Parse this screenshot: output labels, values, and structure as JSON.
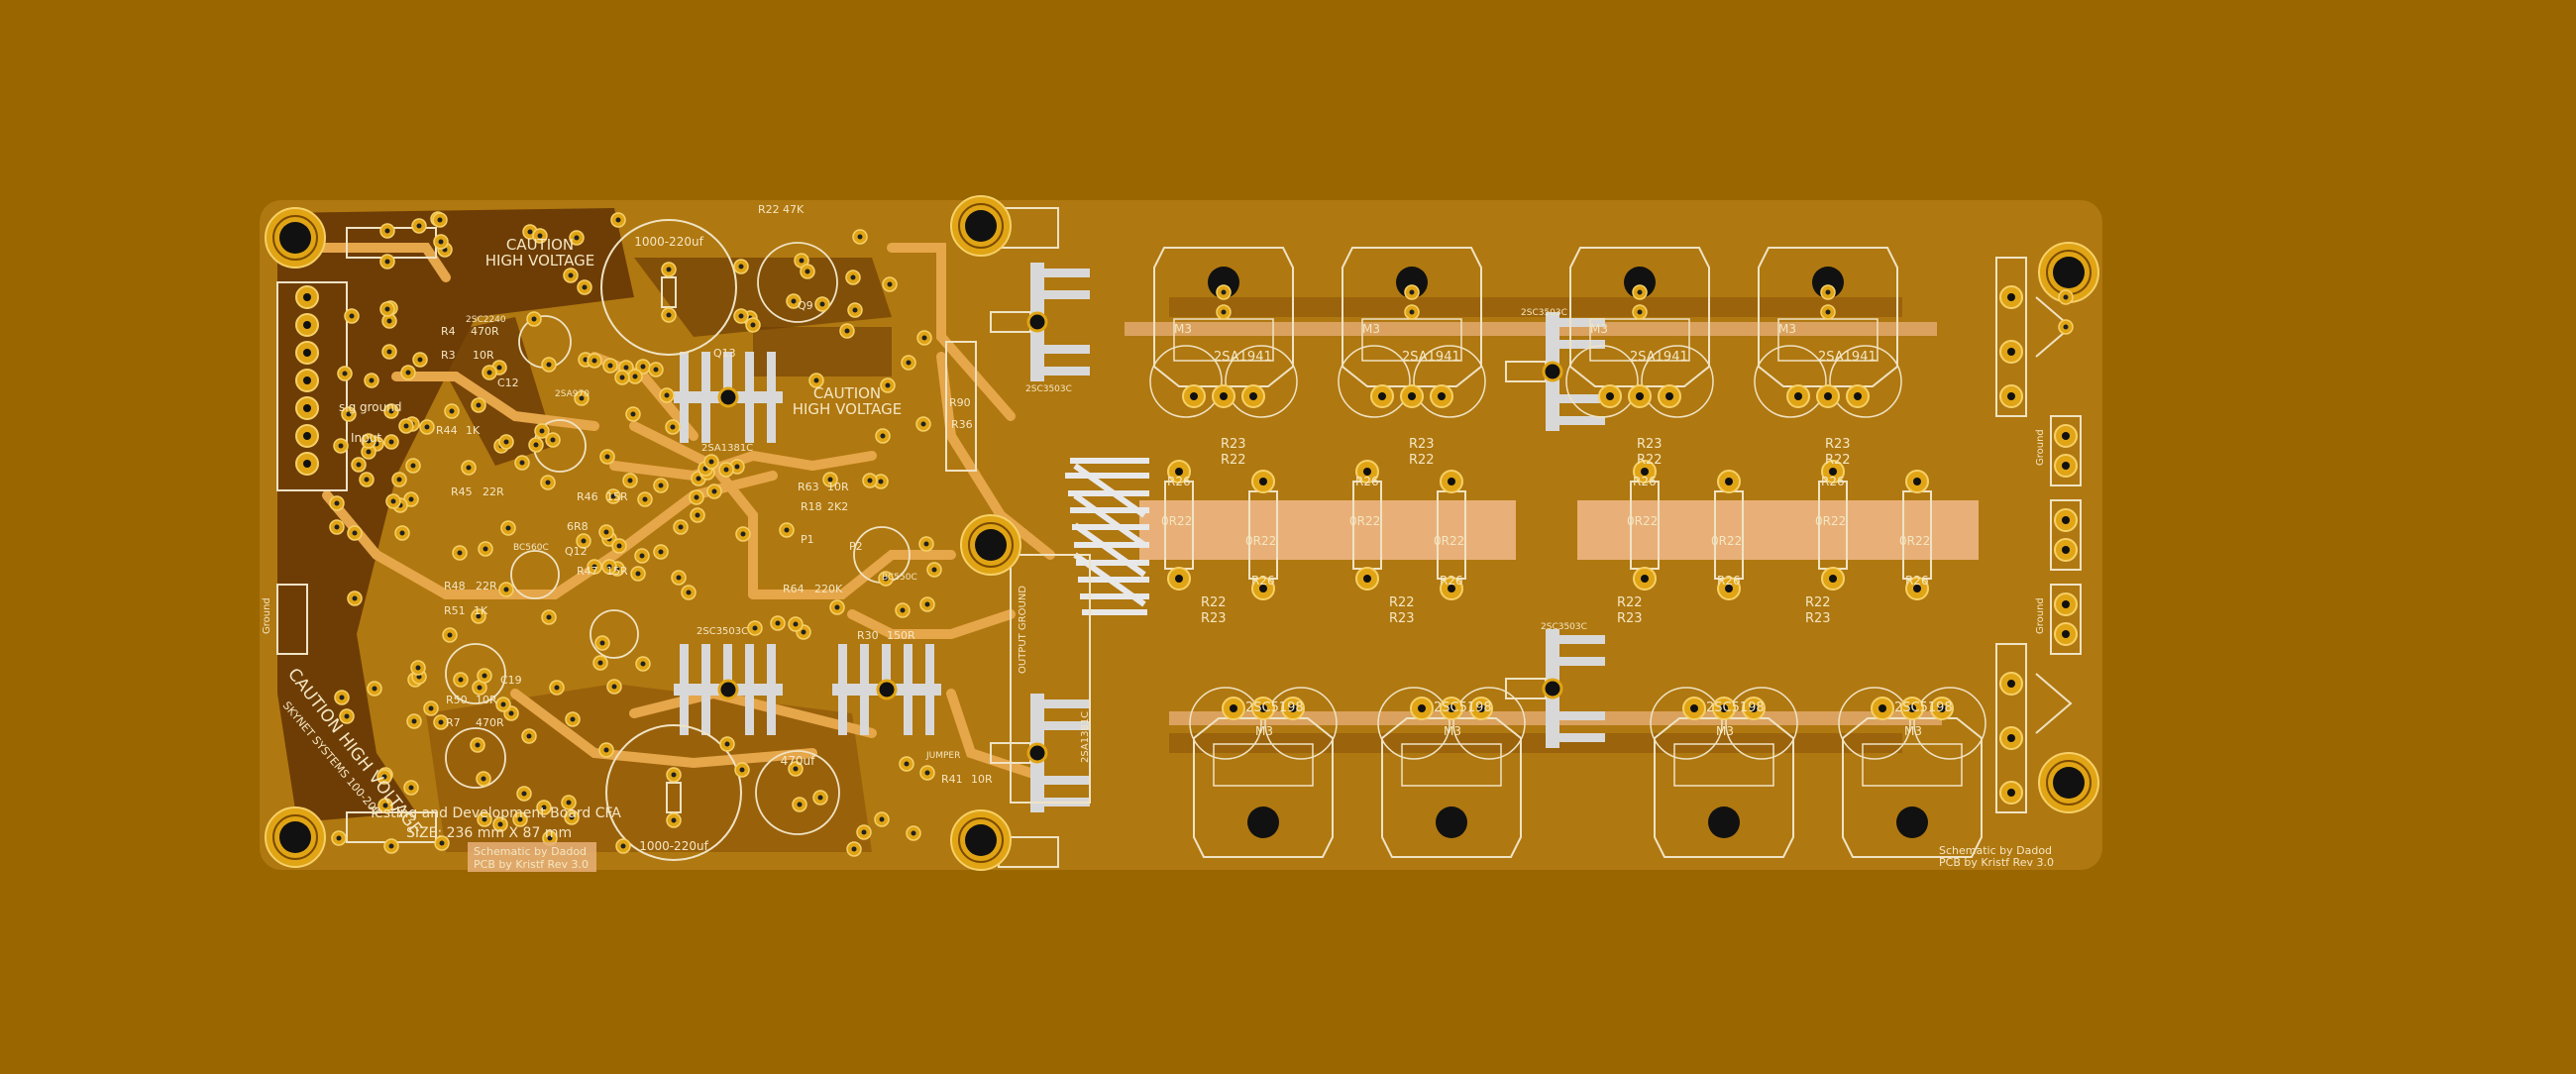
{
  "colors": {
    "background": "#996600",
    "board": "#b07810",
    "copper_dark": "#6e3d06",
    "trace": "#e6a64a",
    "pad": "#e0a414",
    "silkscreen": "#efe3c4",
    "heatsink": "#d8d8d8"
  },
  "left_section": {
    "caution_top": [
      "CAUTION",
      "HIGH VOLTAGE"
    ],
    "caution_mid": [
      "CAUTION",
      "HIGH VOLTAGE"
    ],
    "caution_diag": "CAUTION HIGH VOLTAGE",
    "brand": "SKYNET SYSTEMS 100-200",
    "board_title": "Testing and Development Board CFA",
    "board_size": "SIZE: 236 mm  X 87 mm",
    "credit_lines": [
      "Schematic by Dadod",
      "PCB by Kristf Rev 3.0"
    ],
    "cap_top": "1000-220uf",
    "cap_bottom": "1000-220uf",
    "cap_small": "470uf",
    "sig_ground": "sig ground",
    "input": "Input",
    "ground": "Ground",
    "output_ground": "OUTPUT  GROUND",
    "jumper": "JUMPER",
    "q6": "2SA1381C",
    "q8": "2SC3503C",
    "q10": "2SA1381C",
    "labels": [
      "R44",
      "1K",
      "R3",
      "10R",
      "R4",
      "470R",
      "R45",
      "22R",
      "R46",
      "15R",
      "R47",
      "15R",
      "R48",
      "22R",
      "R51",
      "1K",
      "R50",
      "10R",
      "R7",
      "470R",
      "R63",
      "10R",
      "R18",
      "2K2",
      "R64",
      "220K",
      "R30",
      "150R",
      "R41",
      "10R",
      "R22",
      "47K",
      "R90",
      "R36",
      "6R8",
      "P1",
      "P2",
      "Q12",
      "Q13",
      "Q9",
      "C12",
      "C19",
      "2SC2240",
      "2SA970",
      "BC560C",
      "BC550C"
    ]
  },
  "right_section": {
    "output_devices": [
      "2SA1941",
      "2SC5198"
    ],
    "driver": "2SC3503C",
    "resistor_r": "0R22",
    "r23": "R23",
    "r22": "R22",
    "r26": "R26",
    "m3": "M3",
    "ground": "Ground",
    "credit_lines": [
      "Schematic by Dadod",
      "PCB by Kristf Rev 3.0"
    ]
  }
}
